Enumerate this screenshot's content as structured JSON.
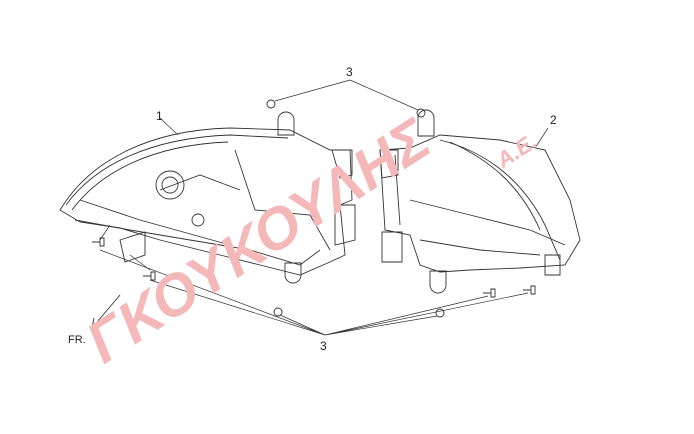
{
  "callouts": {
    "part1": "1",
    "part2": "2",
    "screws_top": "3",
    "screws_bottom": "3"
  },
  "direction_label": "FR.",
  "watermark": {
    "name": "ΓΚΟΥΚΟΥΛΗΣ",
    "suffix": "Α.Ε."
  },
  "colors": {
    "line": "#333333",
    "watermark": "#f4b8b8"
  }
}
